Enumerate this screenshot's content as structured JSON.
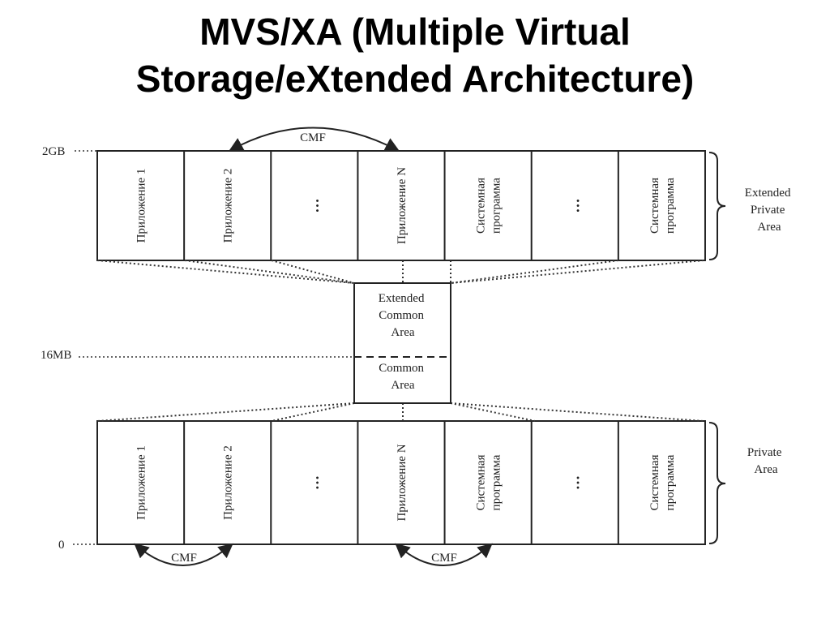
{
  "title": {
    "line1": "MVS/XA (Multiple Virtual",
    "line2": "Storage/eXtended Architecture)"
  },
  "levels": {
    "top": "2GB",
    "middle": "16MB",
    "bottom": "0"
  },
  "top_row": {
    "cells": [
      [
        "Приложение 1"
      ],
      [
        "Приложение 2"
      ],
      [
        "…"
      ],
      [
        "Приложение N"
      ],
      [
        "Системная",
        "программа"
      ],
      [
        "…"
      ],
      [
        "Системная",
        "программа"
      ]
    ],
    "bracket_label": [
      "Extended",
      "Private",
      "Area"
    ]
  },
  "bottom_row": {
    "cells": [
      [
        "Приложение 1"
      ],
      [
        "Приложение 2"
      ],
      [
        "…"
      ],
      [
        "Приложение N"
      ],
      [
        "Системная",
        "программа"
      ],
      [
        "…"
      ],
      [
        "Системная",
        "программа"
      ]
    ],
    "bracket_label": [
      "Private",
      "Area"
    ]
  },
  "common": {
    "extended": [
      "Extended",
      "Common",
      "Area"
    ],
    "lower": [
      "Common",
      "Area"
    ]
  },
  "cmf": {
    "top": "CMF",
    "bottom_left": "CMF",
    "bottom_right": "CMF"
  }
}
